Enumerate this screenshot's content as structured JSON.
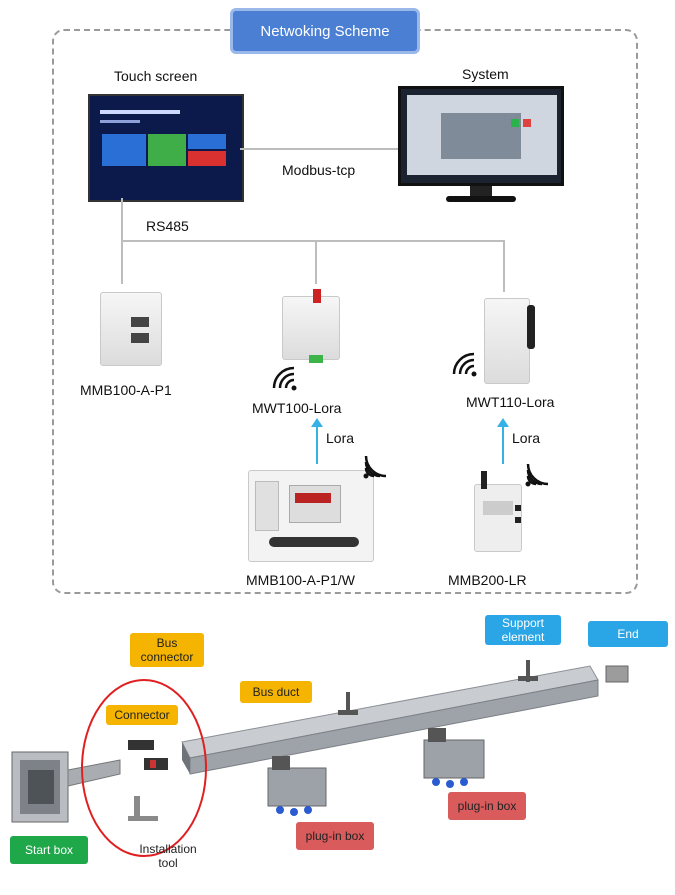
{
  "scheme": {
    "title": "Netwoking Scheme",
    "touch_screen_label": "Touch screen",
    "system_label": "System",
    "link_label": "Modbus-tcp",
    "bus_label": "RS485",
    "devices": {
      "mmb100_p1": "MMB100-A-P1",
      "mwt100": "MWT100-Lora",
      "mwt110": "MWT110-Lora",
      "mmb100_p1w": "MMB100-A-P1/W",
      "mmb200": "MMB200-LR"
    },
    "lora_label_left": "Lora",
    "lora_label_right": "Lora"
  },
  "busway": {
    "bus_connector": "Bus connector",
    "connector": "Connector",
    "bus_duct": "Bus duct",
    "support_element": "Support element",
    "end": "End",
    "start_box": "Start box",
    "installation_tool": "Installation tool",
    "plug_in_box_left": "plug-in box",
    "plug_in_box_right": "plug-in box"
  },
  "colors": {
    "title_blue": "#4a7fd3",
    "arrow_blue": "#36b1e6",
    "tag_yellow": "#f4b400",
    "tag_blue": "#2aa6e6",
    "tag_green": "#1ea84a",
    "tag_red": "#d95b5b",
    "circle_red": "#e02020"
  }
}
